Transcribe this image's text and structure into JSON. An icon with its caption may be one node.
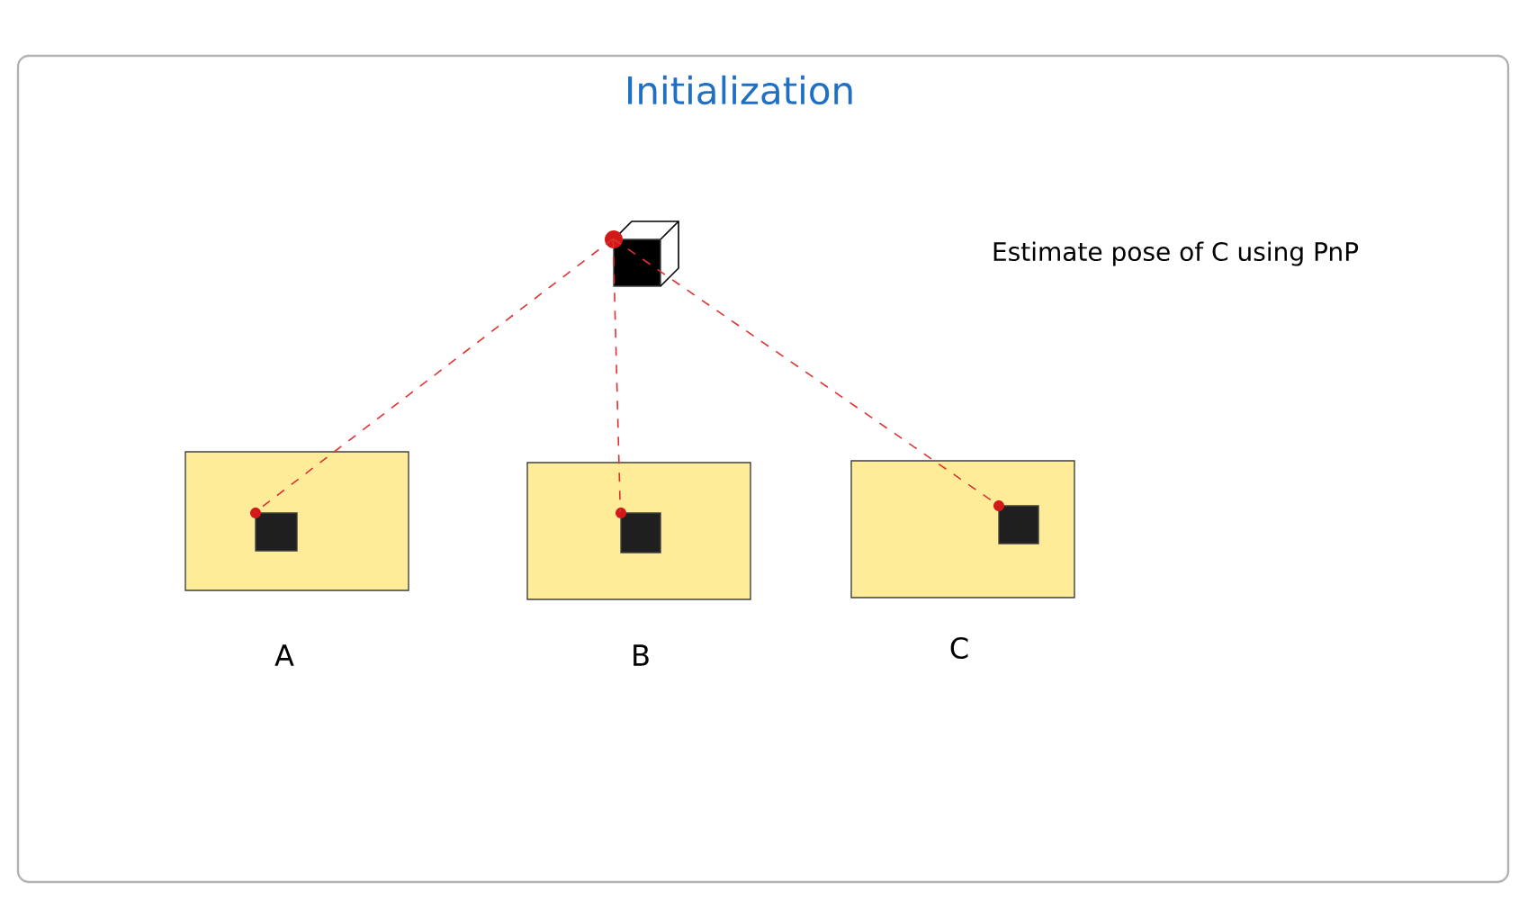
{
  "diagram": {
    "title": "Initialization",
    "nodes": [
      {
        "text": [],
        "shape": "cube"
      },
      {
        "text": [],
        "shape": "box",
        "beside": [
          "A"
        ]
      },
      {
        "text": [],
        "shape": "box",
        "in": 1
      },
      {
        "text": [],
        "shape": "box",
        "beside": [
          "B"
        ]
      },
      {
        "text": [],
        "shape": "box",
        "in": 3
      },
      {
        "text": [],
        "shape": "box",
        "beside": [
          "C"
        ]
      },
      {
        "text": [],
        "shape": "box",
        "in": 5
      }
    ],
    "edges": [
      {
        "from": 0,
        "to": 2,
        "arrow": "none",
        "style": "dashed",
        "color": "#e03131"
      },
      {
        "from": 0,
        "to": 4,
        "arrow": "none",
        "style": "dashed",
        "color": "#e03131"
      },
      {
        "from": 0,
        "to": 6,
        "arrow": "none",
        "style": "dashed",
        "color": "#e03131"
      }
    ],
    "labels": [
      "Estimate pose of C using PnP"
    ]
  }
}
